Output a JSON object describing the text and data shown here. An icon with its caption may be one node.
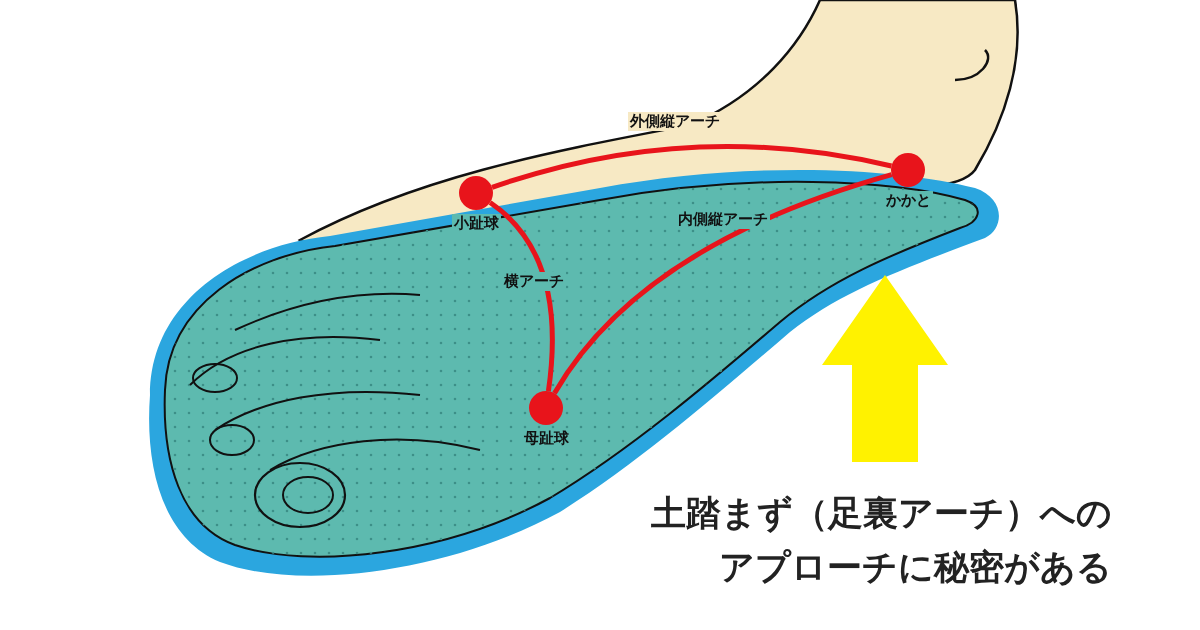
{
  "diagram": {
    "caption": "土踏まず（足裏アーチ）へのアプローチに秘密がある",
    "nodes": [
      {
        "text": [
          "小趾球"
        ]
      },
      {
        "text": [
          "かかと"
        ]
      },
      {
        "text": [
          "母趾球"
        ]
      }
    ],
    "edges": [
      {
        "from": 0,
        "to": 1,
        "arrow": "none",
        "label": "外側縦アーチ"
      },
      {
        "from": 1,
        "to": 2,
        "arrow": "none",
        "label": "内側縦アーチ"
      },
      {
        "from": 0,
        "to": 2,
        "arrow": "none",
        "label": "横アーチ"
      }
    ]
  }
}
